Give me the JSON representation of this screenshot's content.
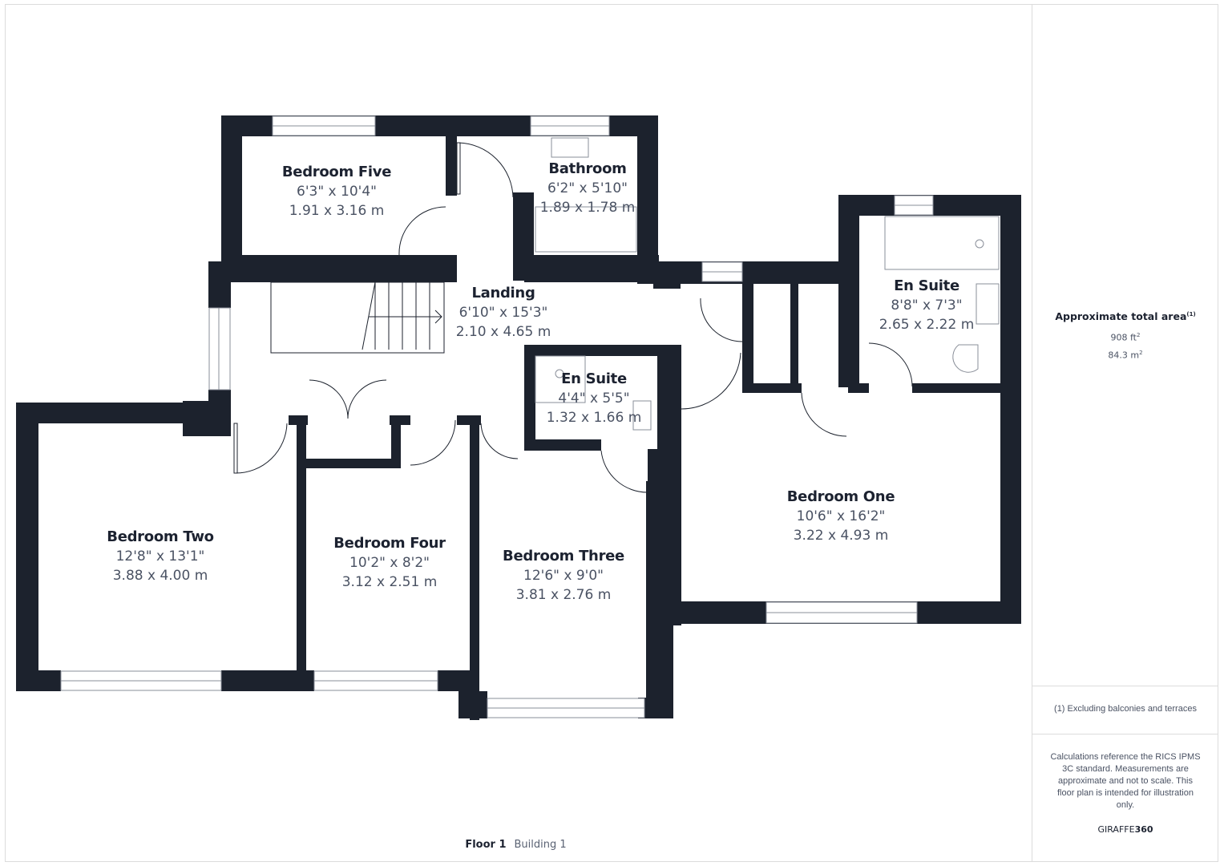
{
  "colors": {
    "wall": "#1c222d",
    "text_primary": "#1c2230",
    "text_secondary": "#4a5263",
    "border": "#dcdcdc"
  },
  "rooms": [
    {
      "id": "bedroom-five",
      "name": "Bedroom Five",
      "imperial": "6'3\" x 10'4\"",
      "metric": "1.91 x 3.16 m"
    },
    {
      "id": "bathroom",
      "name": "Bathroom",
      "imperial": "6'2\" x 5'10\"",
      "metric": "1.89 x 1.78 m"
    },
    {
      "id": "landing",
      "name": "Landing",
      "imperial": "6'10\" x 15'3\"",
      "metric": "2.10 x 4.65 m"
    },
    {
      "id": "en-suite-master",
      "name": "En Suite",
      "imperial": "8'8\" x 7'3\"",
      "metric": "2.65 x 2.22 m"
    },
    {
      "id": "en-suite-small",
      "name": "En Suite",
      "imperial": "4'4\" x 5'5\"",
      "metric": "1.32 x 1.66 m"
    },
    {
      "id": "bedroom-one",
      "name": "Bedroom One",
      "imperial": "10'6\" x 16'2\"",
      "metric": "3.22 x 4.93 m"
    },
    {
      "id": "bedroom-two",
      "name": "Bedroom Two",
      "imperial": "12'8\" x 13'1\"",
      "metric": "3.88 x 4.00 m"
    },
    {
      "id": "bedroom-four",
      "name": "Bedroom Four",
      "imperial": "10'2\" x 8'2\"",
      "metric": "3.12 x 2.51 m"
    },
    {
      "id": "bedroom-three",
      "name": "Bedroom Three",
      "imperial": "12'6\" x 9'0\"",
      "metric": "3.81 x 2.76 m"
    }
  ],
  "sidebar": {
    "area_title": "Approximate total area",
    "area_footnote_marker": "(1)",
    "area_imperial_value": "908 ft",
    "area_imperial_unit_sup": "2",
    "area_metric_value": "84.3 m",
    "area_metric_unit_sup": "2",
    "footnote": "(1) Excluding balconies and terraces",
    "disclaimer": "Calculations reference the RICS IPMS 3C standard. Measurements are approximate and not to scale. This floor plan is intended for illustration only.",
    "brand_light": "GIRAFFE",
    "brand_bold": "360"
  },
  "caption": {
    "floor": "Floor 1",
    "building": "Building 1"
  }
}
